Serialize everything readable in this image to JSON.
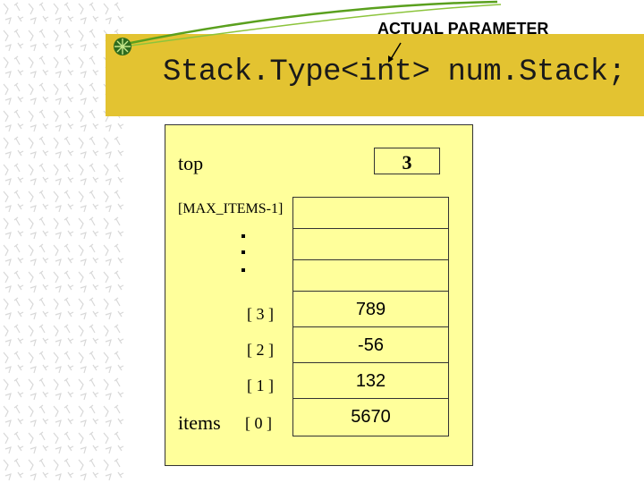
{
  "annotation": {
    "label": "ACTUAL PARAMETER"
  },
  "title": {
    "code": "Stack.Type<int> num.Stack;"
  },
  "stack": {
    "top_label": "top",
    "top_value": "3",
    "max_label": "[MAX_ITEMS-1]",
    "items_label": "items",
    "ellipsis": [
      ".",
      ".",
      "."
    ],
    "cells": [
      {
        "index": "",
        "value": ""
      },
      {
        "index": "",
        "value": ""
      },
      {
        "index": "",
        "value": ""
      },
      {
        "index": "[ 3 ]",
        "value": "789"
      },
      {
        "index": "[ 2 ]",
        "value": "-56"
      },
      {
        "index": "[ 1 ]",
        "value": "132"
      },
      {
        "index": "[ 0 ]",
        "value": "5670"
      }
    ]
  },
  "colors": {
    "title_band": "#e3c331",
    "panel": "#ffff9b",
    "swoosh": "#5aa01e"
  }
}
